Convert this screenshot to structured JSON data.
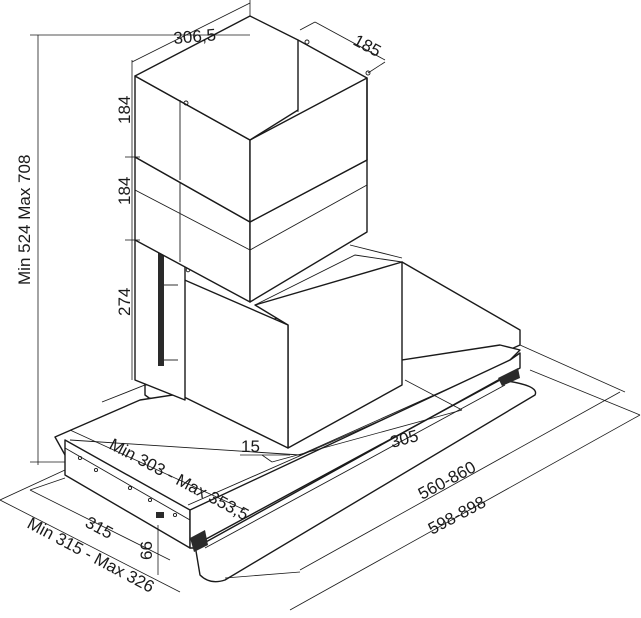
{
  "dimensions": {
    "chimney_width": "306,5",
    "chimney_depth": "185",
    "upper_chimney_height": "184",
    "middle_chimney_height": "184",
    "lower_chimney_height": "274",
    "total_height": "Min 524 Max 708",
    "mount_distance": "Min 303 - Max 353,5",
    "edge_offset": "15",
    "bracket_width": "305",
    "glass_width_range": "560-860",
    "overall_width_range": "598-898",
    "depth": "315",
    "depth_range": "Min 315 - Max 326",
    "canopy_height": "66"
  }
}
